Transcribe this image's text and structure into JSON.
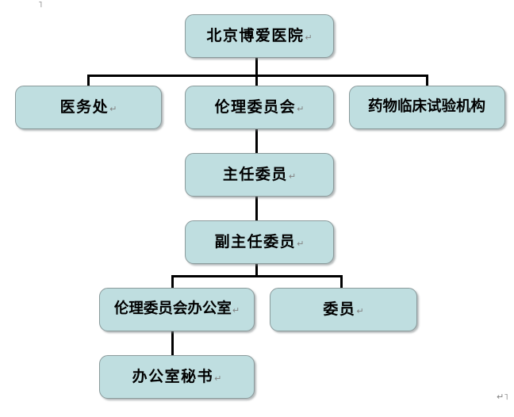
{
  "document": {
    "type": "organizational-chart",
    "pilcrow_glyph": "↵",
    "colors": {
      "node_fill": "#bfdee0",
      "node_border": "#8a9a9b",
      "connector": "#000000",
      "text": "#000000",
      "mark": "#808080"
    }
  },
  "nodes": {
    "hospital": {
      "label": "北京博爱医院",
      "mark": "↵"
    },
    "medical_affairs": {
      "label": "医务处",
      "mark": "↵"
    },
    "ethics_committee": {
      "label": "伦理委员会",
      "mark": "↵"
    },
    "drug_trial_institution": {
      "label": "药物临床试验机构",
      "mark": ""
    },
    "chairman": {
      "label": "主任委员",
      "mark": "↵"
    },
    "vice_chairman": {
      "label": "副主任委员",
      "mark": "↵"
    },
    "ethics_office": {
      "label": "伦理委员会办公室",
      "mark": "↵"
    },
    "member": {
      "label": "委员",
      "mark": "↵"
    },
    "office_secretary": {
      "label": "办公室秘书",
      "mark": "↵"
    }
  },
  "stray_marks": {
    "top_left": "˥",
    "bottom_right": "↵˥"
  },
  "chart_data": {
    "type": "tree",
    "levels": [
      [
        "北京博爱医院"
      ],
      [
        "医务处",
        "伦理委员会",
        "药物临床试验机构"
      ],
      [
        "主任委员"
      ],
      [
        "副主任委员"
      ],
      [
        "伦理委员会办公室",
        "委员"
      ],
      [
        "办公室秘书"
      ]
    ],
    "edges": [
      [
        "北京博爱医院",
        "医务处"
      ],
      [
        "北京博爱医院",
        "伦理委员会"
      ],
      [
        "北京博爱医院",
        "药物临床试验机构"
      ],
      [
        "伦理委员会",
        "主任委员"
      ],
      [
        "主任委员",
        "副主任委员"
      ],
      [
        "副主任委员",
        "伦理委员会办公室"
      ],
      [
        "副主任委员",
        "委员"
      ],
      [
        "伦理委员会办公室",
        "办公室秘书"
      ]
    ]
  }
}
